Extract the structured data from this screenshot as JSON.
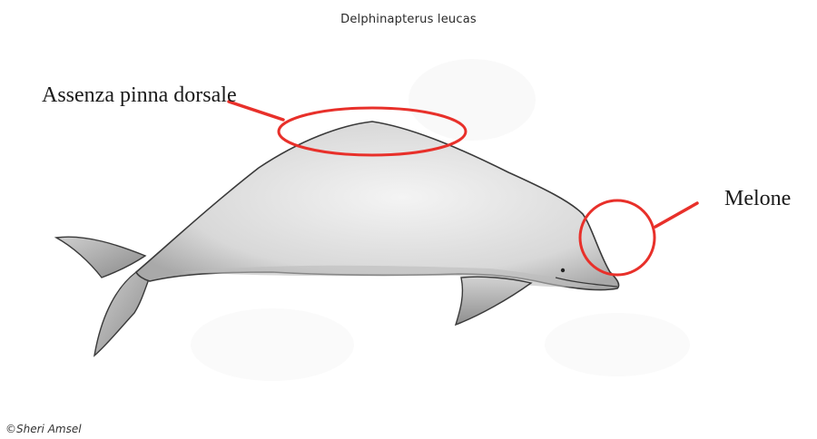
{
  "species_name": "Delphinapterus leucas",
  "annotations": {
    "dorsal": "Assenza pinna dorsale",
    "melon": "Melone"
  },
  "credit": "©Sheri Amsel",
  "colors": {
    "annotation": "#e8302a",
    "body_fill": "#e6e6e6",
    "outline": "#3a3a3a"
  }
}
